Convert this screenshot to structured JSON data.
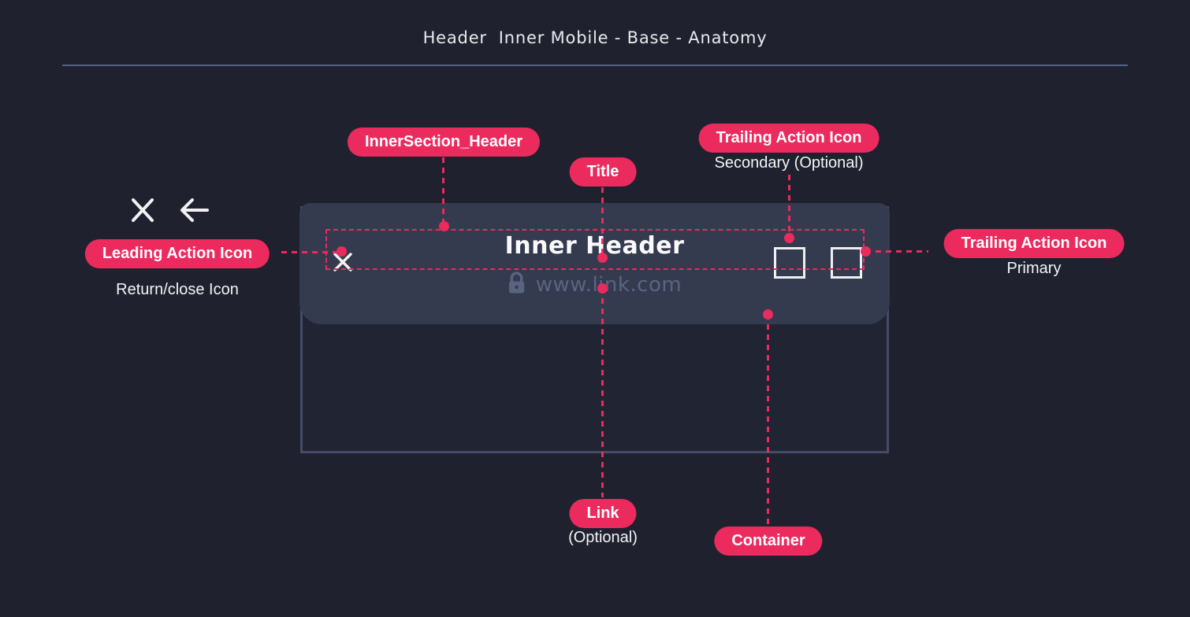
{
  "page": {
    "title": "Header  Inner Mobile - Base - Anatomy",
    "colors": {
      "background": "#1f222e",
      "accent_pink": "#eb2a5e",
      "divider": "#566084",
      "header_panel": "#353b4e",
      "container_border": "#454c66",
      "muted_link": "#5a6480"
    }
  },
  "reference_icons": {
    "close": "close-icon",
    "back": "back-arrow-icon"
  },
  "mockup": {
    "header_title": "Inner Header",
    "link_text": "www.link.com",
    "leading_icon": "close-icon",
    "link_icon": "lock-icon",
    "trailing_icons": [
      "square-placeholder",
      "square-placeholder"
    ]
  },
  "annotations": {
    "inner_section_header": {
      "label": "InnerSection_Header"
    },
    "title": {
      "label": "Title"
    },
    "trailing_secondary": {
      "label": "Trailing Action Icon",
      "sublabel": "Secondary (Optional)"
    },
    "leading": {
      "label": "Leading Action Icon",
      "sublabel": "Return/close Icon"
    },
    "trailing_primary": {
      "label": "Trailing Action Icon",
      "sublabel": "Primary"
    },
    "link": {
      "label": "Link",
      "sublabel": "(Optional)"
    },
    "container": {
      "label": "Container"
    }
  }
}
